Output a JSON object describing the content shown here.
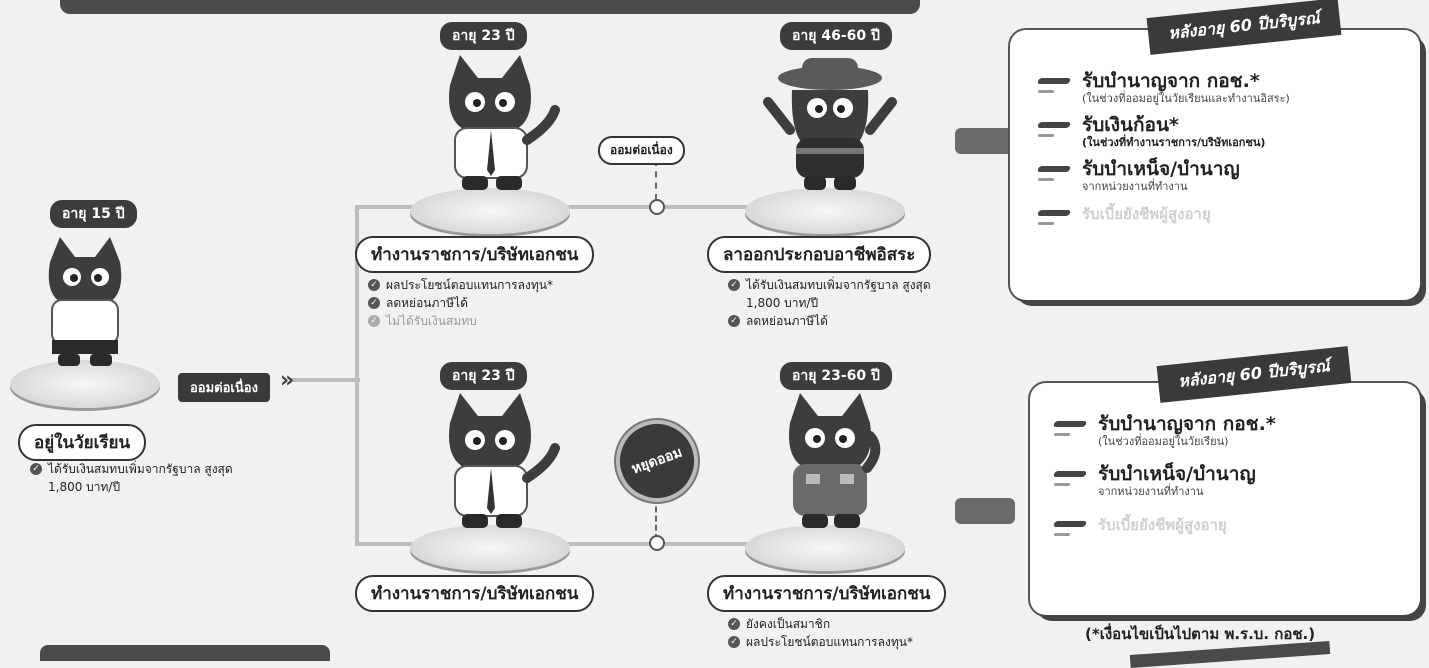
{
  "ages": {
    "student": "อายุ 15 ปี",
    "work_top": "อายุ 23 ปี",
    "freelance_top": "อายุ 46-60 ปี",
    "work_bottom": "อายุ 23 ปี",
    "work_bottom_right": "อายุ 23-60 ปี"
  },
  "connectors": {
    "save_continue_left": "ออมต่อเนื่อง",
    "save_continue_top": "ออมต่อเนื่อง",
    "stop_saving": "หยุดออม"
  },
  "stages": {
    "student": {
      "label": "อยู่ในวัยเรียน",
      "benefits": [
        {
          "text": "ได้รับเงินสมทบเพิ่มจากรัฐบาล สูงสุด 1,800 บาท/ปี",
          "muted": false
        }
      ]
    },
    "work_top": {
      "label": "ทำงานราชการ/บริษัทเอกชน",
      "benefits": [
        {
          "text": "ผลประโยชน์ตอบแทนการลงทุน*",
          "muted": false
        },
        {
          "text": "ลดหย่อนภาษีได้",
          "muted": false
        },
        {
          "text": "ไม่ได้รับเงินสมทบ",
          "muted": true
        }
      ]
    },
    "freelance_top": {
      "label": "ลาออกประกอบอาชีพอิสระ",
      "benefits": [
        {
          "text": "ได้รับเงินสมทบเพิ่มจากรัฐบาล สูงสุด 1,800 บาท/ปี",
          "muted": false
        },
        {
          "text": "ลดหย่อนภาษีได้",
          "muted": false
        }
      ]
    },
    "work_bottom": {
      "label": "ทำงานราชการ/บริษัทเอกชน"
    },
    "work_bottom_right": {
      "label": "ทำงานราชการ/บริษัทเอกชน",
      "benefits": [
        {
          "text": "ยังคงเป็นสมาชิก",
          "muted": false
        },
        {
          "text": "ผลประโยชน์ตอบแทนการลงทุน*",
          "muted": false
        }
      ]
    }
  },
  "cards": {
    "top": {
      "ribbon": "หลังอายุ 60 ปีบริบูรณ์",
      "items": [
        {
          "title": "รับบำนาญจาก กอช.*",
          "sub": "(ในช่วงที่ออมอยู่ในวัยเรียนและทำงานอิสระ)"
        },
        {
          "title": "รับเงินก้อน*",
          "sub": "(ในช่วงที่ทำงานราชการ/บริษัทเอกชน)"
        },
        {
          "title": "รับบำเหน็จ/บำนาญ",
          "sub": "จากหน่วยงานที่ทำงาน"
        },
        {
          "title": "",
          "sub": "รับเบี้ยยังชีพผู้สูงอายุ"
        }
      ]
    },
    "bottom": {
      "ribbon": "หลังอายุ 60 ปีบริบูรณ์",
      "items": [
        {
          "title": "รับบำนาญจาก กอช.*",
          "sub": "(ในช่วงที่ออมอยู่ในวัยเรียน)"
        },
        {
          "title": "รับบำเหน็จ/บำนาญ",
          "sub": "จากหน่วยงานที่ทำงาน"
        },
        {
          "title": "",
          "sub": "รับเบี้ยยังชีพผู้สูงอายุ"
        }
      ]
    }
  },
  "footnote": "(*เงื่อนไขเป็นไปตาม พ.ร.บ. กอช.)"
}
